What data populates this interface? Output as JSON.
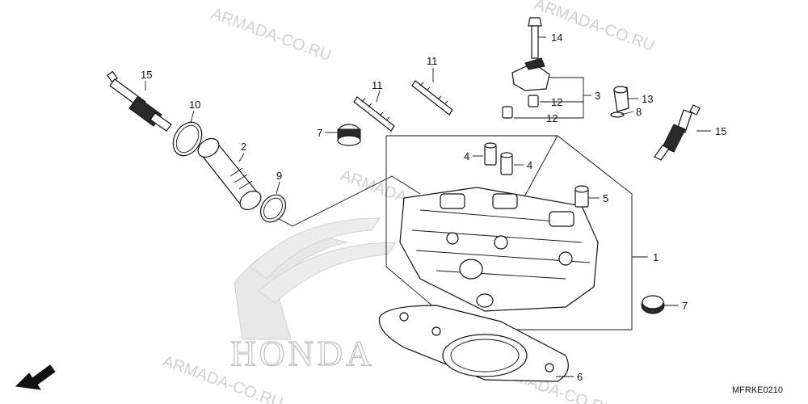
{
  "diagram": {
    "catalog_code": "MFRKE0210",
    "direction_label": "FR.",
    "brand_watermark": "HONDA",
    "site_watermark": "ARMADA-CO.RU",
    "callouts": {
      "c1": "1",
      "c2": "2",
      "c3": "3",
      "c4a": "4",
      "c4b": "4",
      "c5": "5",
      "c6": "6",
      "c7a": "7",
      "c7b": "7",
      "c8": "8",
      "c9": "9",
      "c10": "10",
      "c11a": "11",
      "c11b": "11",
      "c12a": "12",
      "c12b": "12",
      "c13": "13",
      "c14": "14",
      "c15a": "15",
      "c15b": "15"
    }
  }
}
